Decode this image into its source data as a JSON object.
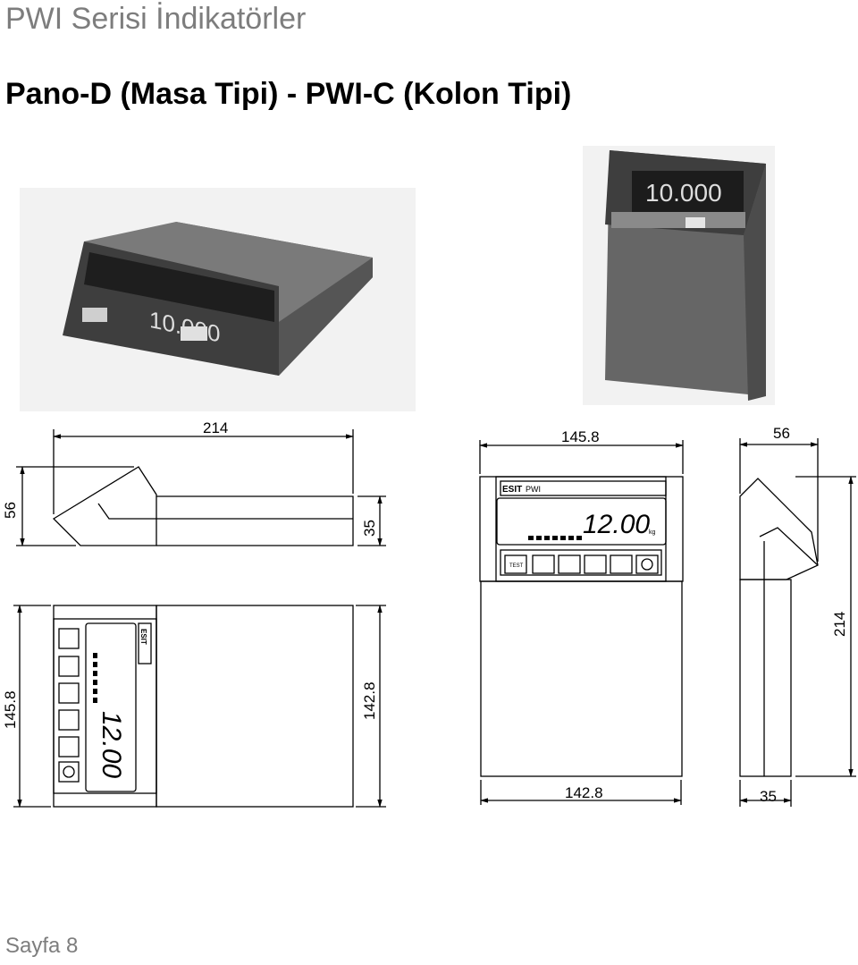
{
  "header": {
    "title": "PWI Serisi İndikatörler"
  },
  "page": {
    "title": "Pano-D (Masa Tipi) - PWI-C (Kolon Tipi)"
  },
  "photos": {
    "display_reading": "10.000"
  },
  "dimensions": {
    "top_width": "214",
    "side_height": "56",
    "rear_height": "35",
    "front_width": "145.8",
    "depth_right": "56",
    "height_right": "214",
    "plan_width": "145.8",
    "plan_depth": "142.8",
    "bottom_width": "142.8",
    "bottom_depth": "35"
  },
  "drawing": {
    "brand": "ESIT",
    "model": "PWI",
    "reading": "12.00",
    "unit": "kg",
    "test_key": "TEST"
  },
  "footer": {
    "page_label": "Sayfa 8"
  }
}
